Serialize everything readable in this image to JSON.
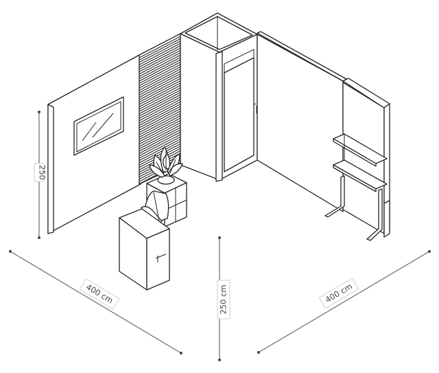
{
  "dimensions": {
    "wall_height": "250",
    "left_width": "400 cm",
    "center_height": "250 cm",
    "right_width": "400 cm"
  },
  "components": [
    "back-left wall",
    "tv screen",
    "slatwall panel",
    "storage closet",
    "closet door",
    "back-right wall",
    "side wall",
    "display shelves",
    "counter",
    "plant pedestal",
    "potted plant",
    "lounge chair"
  ]
}
